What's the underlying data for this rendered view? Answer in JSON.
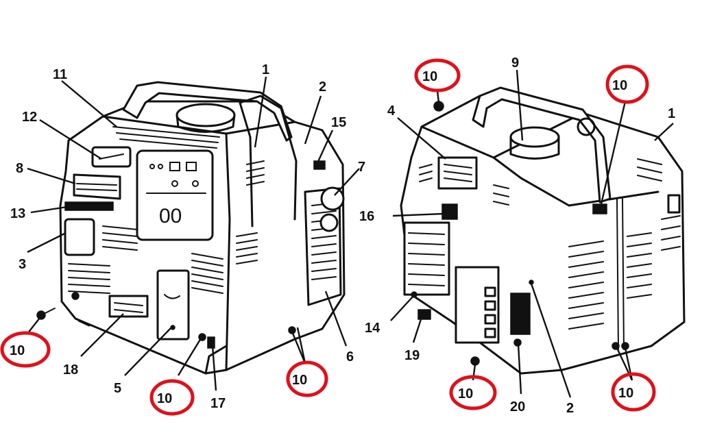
{
  "diagram": {
    "labels": {
      "p1": "1",
      "p2": "2",
      "p3": "3",
      "p4": "4",
      "p5": "5",
      "p6": "6",
      "p7": "7",
      "p8": "8",
      "p9": "9",
      "p10": "10",
      "p11": "11",
      "p12": "12",
      "p13": "13",
      "p14": "14",
      "p15": "15",
      "p16": "16",
      "p17": "17",
      "p18": "18",
      "p19": "19",
      "p20": "20"
    },
    "highlight_color": "#e0101a",
    "views": [
      "front-left view",
      "rear-right view"
    ]
  }
}
